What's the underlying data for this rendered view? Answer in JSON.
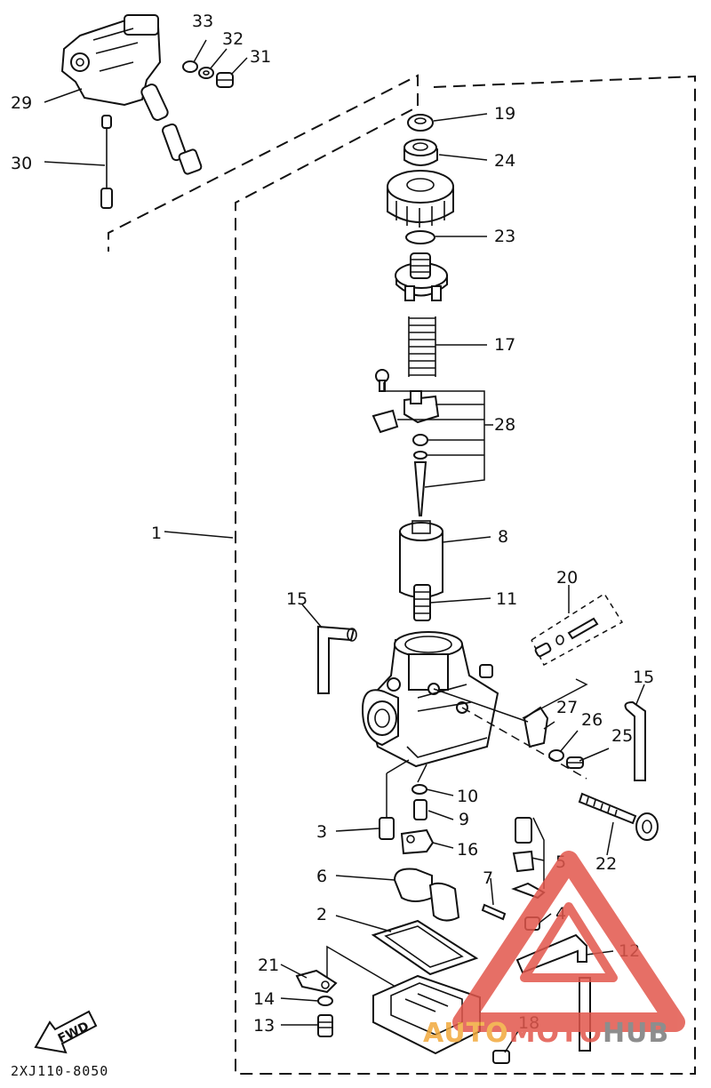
{
  "diagram": {
    "code": "2XJ110-8050",
    "fwd_label": "FWD",
    "callouts": {
      "c1": "1",
      "c2": "2",
      "c3": "3",
      "c4": "4",
      "c5": "5",
      "c6": "6",
      "c7": "7",
      "c8": "8",
      "c9": "9",
      "c10": "10",
      "c11": "11",
      "c12": "12",
      "c13": "13",
      "c14": "14",
      "c15a": "15",
      "c15b": "15",
      "c16": "16",
      "c17": "17",
      "c18": "18",
      "c19": "19",
      "c20": "20",
      "c21": "21",
      "c22": "22",
      "c23": "23",
      "c24": "24",
      "c25": "25",
      "c26": "26",
      "c27": "27",
      "c28": "28",
      "c29": "29",
      "c30": "30",
      "c31": "31",
      "c32": "32",
      "c33": "33"
    }
  },
  "watermark": {
    "word_part1": "AUTO",
    "word_part2": "MOTO",
    "word_part3": "HUB",
    "colors": {
      "orange": "#f2a93b",
      "red": "#e2574c",
      "gray": "#7a7a7a"
    }
  }
}
